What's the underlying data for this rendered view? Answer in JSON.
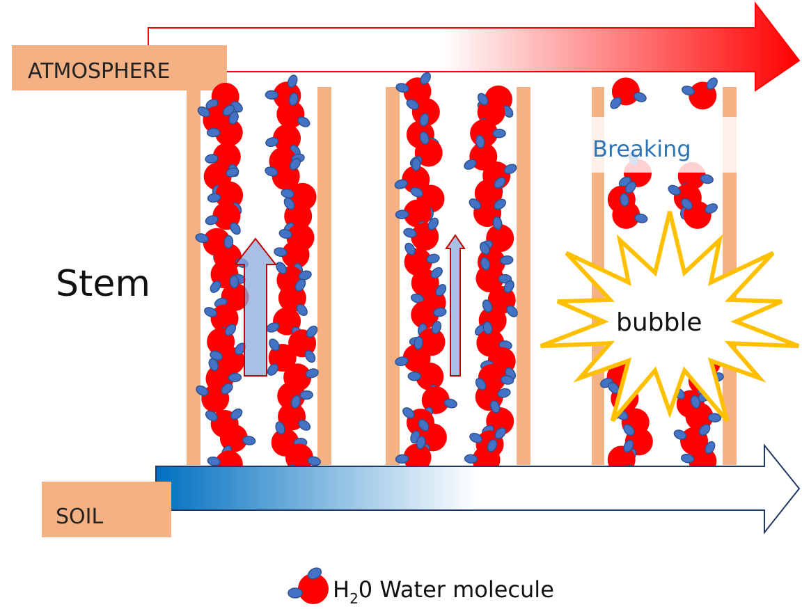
{
  "labels": {
    "atmosphere": "ATMOSPHERE",
    "soil": "SOIL",
    "stem": "Stem",
    "breaking": "Breaking",
    "bubble": "bubble"
  },
  "legend": {
    "formula_main": "H",
    "formula_sub": "2",
    "formula_rest": "0 Water molecule"
  },
  "colors": {
    "wall": "#f4b183",
    "label_box": "#f4b183",
    "atmosphere_arrow": "#ff0000",
    "soil_arrow": "#0070c0",
    "oxygen": "#ff0000",
    "hydrogen": "#4472c4",
    "flow_arrow": "#8ea9db",
    "bubble_outline": "#ffc000",
    "breaking_text": "#2e75b6"
  }
}
